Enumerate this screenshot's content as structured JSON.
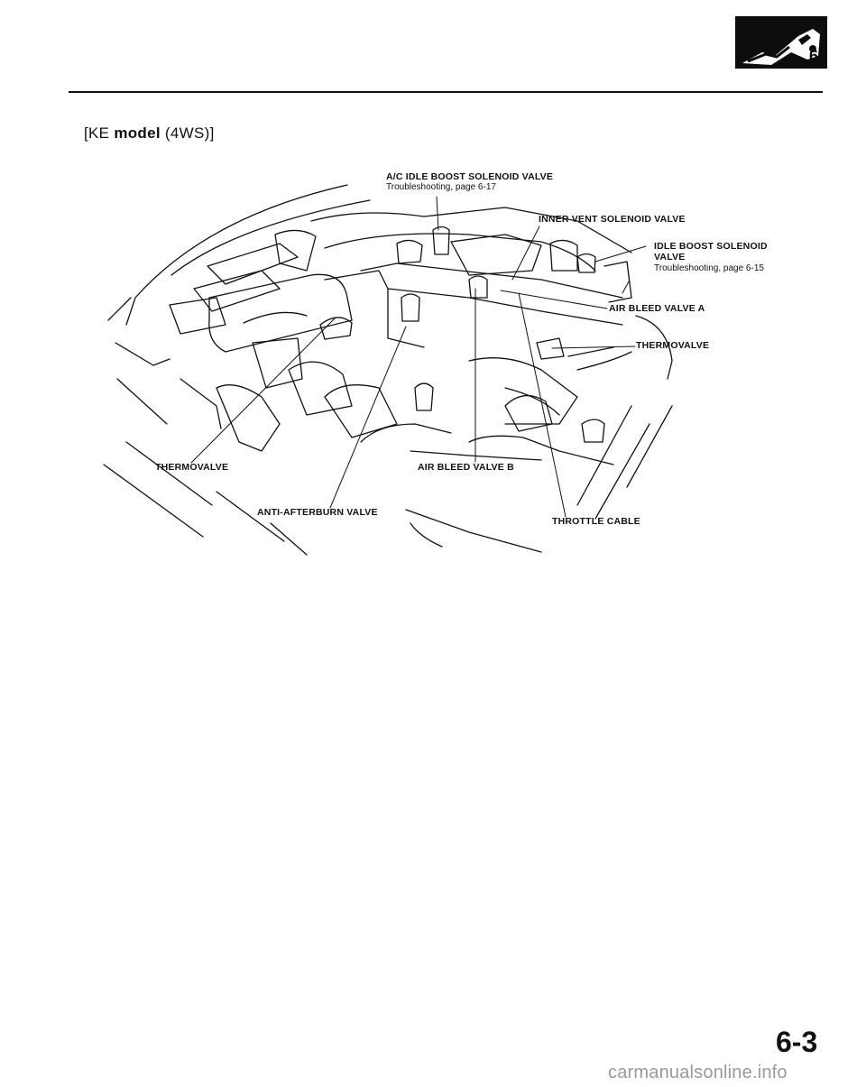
{
  "header": {
    "section_icon": "engine-fuel-section-icon",
    "section_number": "6"
  },
  "heading": {
    "prefix": "[KE ",
    "model": "model",
    "suffix": " (4WS)]"
  },
  "callouts": {
    "ac_idle_boost_valve": "A/C IDLE BOOST SOLENOID VALVE",
    "ac_idle_boost_ref": "Troubleshooting, page 6-17",
    "inner_vent_valve": "INNER VENT SOLENOID VALVE",
    "idle_boost_valve_line1": "IDLE BOOST SOLENOID",
    "idle_boost_valve_line2": "VALVE",
    "idle_boost_ref": "Troubleshooting, page 6-15",
    "air_bleed_valve_a": "AIR BLEED VALVE A",
    "thermovalve_right": "THERMOVALVE",
    "thermovalve_left": "THERMOVALVE",
    "air_bleed_valve_b": "AIR BLEED VALVE B",
    "anti_afterburn_valve": "ANTI-AFTERBURN VALVE",
    "throttle_cable": "THROTTLE CABLE"
  },
  "footer": {
    "page_number": "6-3",
    "watermark": "carmanualsonline.info"
  },
  "colors": {
    "ink": "#111111",
    "paper": "#ffffff",
    "watermark": "#9a9a9a"
  }
}
